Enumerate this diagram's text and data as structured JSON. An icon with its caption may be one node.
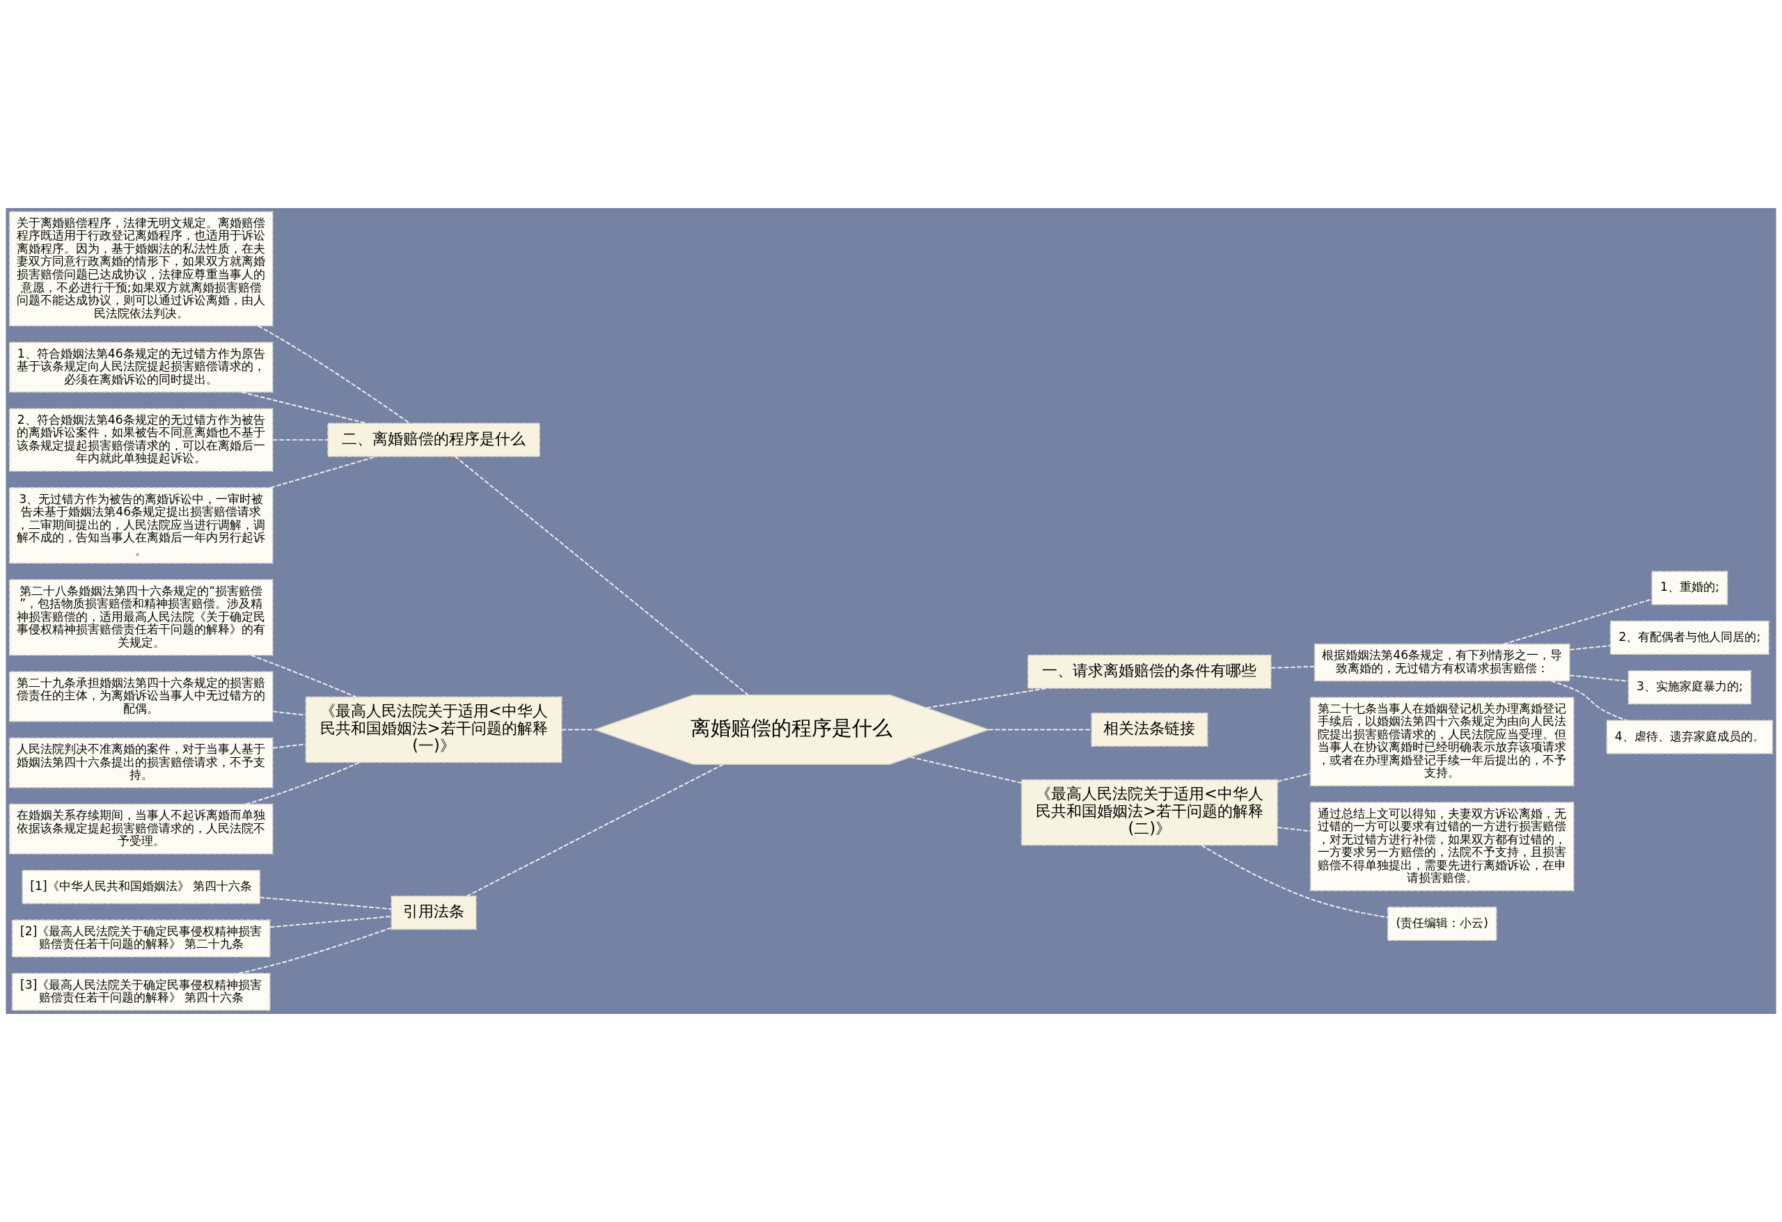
{
  "diagram": {
    "nodes": [
      {
        "text": [
          "离婚赔偿的程序是什么"
        ]
      },
      {
        "text": [
          "二、离婚赔偿的程序是什么"
        ]
      },
      {
        "text": [
          "关于离婚赔偿程序，法律无明文规定。离婚赔偿程序既适用于行政登记离婚程序，也适用于诉讼离婚程序。因为，基于婚姻法的私法性质，在夫妻双方同意行政离婚的情形下，如果双方就离婚损害赔偿问题已达成协议，法律应尊重当事人的意愿，不必进行干预;如果双方就离婚损害赔偿问题不能达成协议，则可以通过诉讼离婚，由人民法院依法判决。"
        ]
      },
      {
        "text": [
          "1、符合婚姻法第46条规定的无过错方作为原告基于该条规定向人民法院提起损害赔偿请求的，必须在离婚诉讼的同时提出。"
        ]
      },
      {
        "text": [
          "2、符合婚姻法第46条规定的无过错方作为被告的离婚诉讼案件，如果被告不同意离婚也不基于该条规定提起损害赔偿请求的，可以在离婚后一年内就此单独提起诉讼。"
        ]
      },
      {
        "text": [
          "3、无过错方作为被告的离婚诉讼中，一审时被告未基于婚姻法第46条规定提出损害赔偿请求，二审期间提出的，人民法院应当进行调解，调解不成的，告知当事人在离婚后一年内另行起诉。"
        ]
      },
      {
        "text": [
          "《最高人民法院关于适用<中华人民共和国婚姻法>若干问题的解释(一)》"
        ]
      },
      {
        "text": [
          "第二十八条婚姻法第四十六条规定的“损害赔偿”，包括物质损害赔偿和精神损害赔偿。涉及精神损害赔偿的，适用最高人民法院《关于确定民事侵权精神损害赔偿责任若干问题的解释》的有关规定。"
        ]
      },
      {
        "text": [
          "第二十九条承担婚姻法第四十六条规定的损害赔偿责任的主体，为离婚诉讼当事人中无过错方的配偶。"
        ]
      },
      {
        "text": [
          "人民法院判决不准离婚的案件，对于当事人基于婚姻法第四十六条提出的损害赔偿请求，不予支持。"
        ]
      },
      {
        "text": [
          "在婚姻关系存续期间，当事人不起诉离婚而单独依据该条规定提起损害赔偿请求的，人民法院不予受理。"
        ]
      },
      {
        "text": [
          "引用法条"
        ]
      },
      {
        "text": [
          "[1]《中华人民共和国婚姻法》 第四十六条"
        ]
      },
      {
        "text": [
          "[2]《最高人民法院关于确定民事侵权精神损害赔偿责任若干问题的解释》 第二十九条"
        ]
      },
      {
        "text": [
          "[3]《最高人民法院关于确定民事侵权精神损害赔偿责任若干问题的解释》 第四十六条"
        ]
      },
      {
        "text": [
          "一、请求离婚赔偿的条件有哪些"
        ]
      },
      {
        "text": [
          "根据婚姻法第46条规定，有下列情形之一，导致离婚的，无过错方有权请求损害赔偿："
        ]
      },
      {
        "text": [
          "1、重婚的;"
        ]
      },
      {
        "text": [
          "2、有配偶者与他人同居的;"
        ]
      },
      {
        "text": [
          "3、实施家庭暴力的;"
        ]
      },
      {
        "text": [
          "4、虐待、遗弃家庭成员的。"
        ]
      },
      {
        "text": [
          "相关法条链接"
        ]
      },
      {
        "text": [
          "《最高人民法院关于适用<中华人民共和国婚姻法>若干问题的解释(二)》"
        ]
      },
      {
        "text": [
          "第二十七条当事人在婚姻登记机关办理离婚登记手续后，以婚姻法第四十六条规定为由向人民法院提出损害赔偿请求的，人民法院应当受理。但当事人在协议离婚时已经明确表示放弃该项请求，或者在办理离婚登记手续一年后提出的，不予支持。"
        ]
      },
      {
        "text": [
          "通过总结上文可以得知，夫妻双方诉讼离婚，无过错的一方可以要求有过错的一方进行损害赔偿，对无过错方进行补偿，如果双方都有过错的，一方要求另一方赔偿的，法院不予支持，且损害赔偿不得单独提出，需要先进行离婚诉讼，在申请损害赔偿。"
        ]
      },
      {
        "text": [
          "(责任编辑：小云)"
        ]
      }
    ],
    "edges": [
      {
        "from": 1,
        "to": 0,
        "arrow": "none"
      },
      {
        "from": 2,
        "to": 1,
        "arrow": "none"
      },
      {
        "from": 3,
        "to": 1,
        "arrow": "none"
      },
      {
        "from": 4,
        "to": 1,
        "arrow": "none"
      },
      {
        "from": 5,
        "to": 1,
        "arrow": "none"
      },
      {
        "from": 6,
        "to": 0,
        "arrow": "none"
      },
      {
        "from": 7,
        "to": 6,
        "arrow": "none"
      },
      {
        "from": 8,
        "to": 6,
        "arrow": "none"
      },
      {
        "from": 9,
        "to": 6,
        "arrow": "none"
      },
      {
        "from": 10,
        "to": 6,
        "arrow": "none"
      },
      {
        "from": 11,
        "to": 0,
        "arrow": "none"
      },
      {
        "from": 12,
        "to": 11,
        "arrow": "none"
      },
      {
        "from": 13,
        "to": 11,
        "arrow": "none"
      },
      {
        "from": 14,
        "to": 11,
        "arrow": "none"
      },
      {
        "from": 0,
        "to": 15,
        "arrow": "none"
      },
      {
        "from": 15,
        "to": 16,
        "arrow": "none"
      },
      {
        "from": 16,
        "to": 17,
        "arrow": "none"
      },
      {
        "from": 16,
        "to": 18,
        "arrow": "none"
      },
      {
        "from": 16,
        "to": 19,
        "arrow": "none"
      },
      {
        "from": 16,
        "to": 20,
        "arrow": "none"
      },
      {
        "from": 0,
        "to": 21,
        "arrow": "none"
      },
      {
        "from": 0,
        "to": 22,
        "arrow": "none"
      },
      {
        "from": 22,
        "to": 23,
        "arrow": "none"
      },
      {
        "from": 22,
        "to": 24,
        "arrow": "none"
      },
      {
        "from": 22,
        "to": 25,
        "arrow": "none"
      }
    ]
  }
}
